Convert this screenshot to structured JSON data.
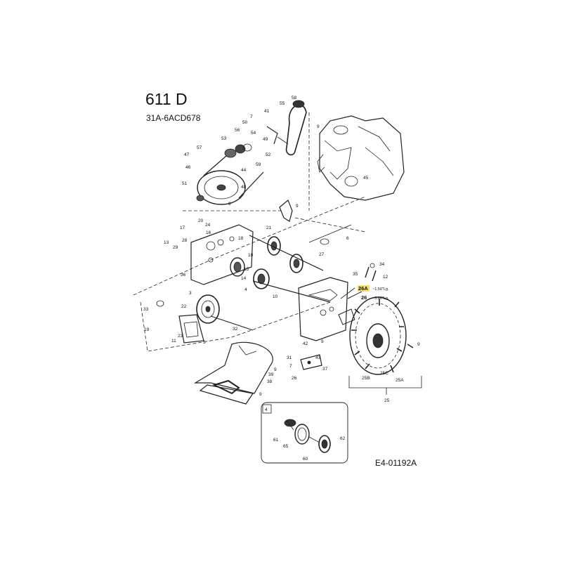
{
  "header": {
    "title": "611 D",
    "model": "31A-6ACD678",
    "figure_code": "E4-01192A"
  },
  "highlight": {
    "part": "26A",
    "part_spec": "~1.50\"Lg.",
    "alt_part": "26",
    "alt_spec": "~3.00\"Lg.",
    "color": "#f5e06a"
  },
  "callouts": [
    {
      "id": "c58",
      "label": "58"
    },
    {
      "id": "c55",
      "label": "55"
    },
    {
      "id": "c41",
      "label": "41"
    },
    {
      "id": "c7a",
      "label": "7"
    },
    {
      "id": "c50",
      "label": "50"
    },
    {
      "id": "c9a",
      "label": "9"
    },
    {
      "id": "c56",
      "label": "56"
    },
    {
      "id": "c53",
      "label": "53"
    },
    {
      "id": "c54",
      "label": "54"
    },
    {
      "id": "c57",
      "label": "57"
    },
    {
      "id": "c49",
      "label": "49"
    },
    {
      "id": "c59",
      "label": "59"
    },
    {
      "id": "c52",
      "label": "52"
    },
    {
      "id": "c47",
      "label": "47"
    },
    {
      "id": "c46",
      "label": "46"
    },
    {
      "id": "c44",
      "label": "44"
    },
    {
      "id": "c51",
      "label": "51"
    },
    {
      "id": "c48",
      "label": "48"
    },
    {
      "id": "c45",
      "label": "45"
    },
    {
      "id": "c9b",
      "label": "9"
    },
    {
      "id": "c9c",
      "label": "9"
    },
    {
      "id": "c20",
      "label": "20"
    },
    {
      "id": "c24",
      "label": "24"
    },
    {
      "id": "c17",
      "label": "17"
    },
    {
      "id": "c16",
      "label": "16"
    },
    {
      "id": "c13",
      "label": "13"
    },
    {
      "id": "c29",
      "label": "29"
    },
    {
      "id": "c28",
      "label": "28"
    },
    {
      "id": "c21",
      "label": "21"
    },
    {
      "id": "c18",
      "label": "18"
    },
    {
      "id": "c19a",
      "label": "19"
    },
    {
      "id": "c36",
      "label": "36"
    },
    {
      "id": "c6",
      "label": "6"
    },
    {
      "id": "c27",
      "label": "27"
    },
    {
      "id": "c15",
      "label": "15"
    },
    {
      "id": "c14",
      "label": "14"
    },
    {
      "id": "c4a",
      "label": "4"
    },
    {
      "id": "c10",
      "label": "10"
    },
    {
      "id": "c35",
      "label": "35"
    },
    {
      "id": "c34",
      "label": "34"
    },
    {
      "id": "c12",
      "label": "12"
    },
    {
      "id": "c33",
      "label": "33"
    },
    {
      "id": "c3",
      "label": "3"
    },
    {
      "id": "c22",
      "label": "22"
    },
    {
      "id": "c32",
      "label": "32"
    },
    {
      "id": "c19b",
      "label": "19"
    },
    {
      "id": "c11",
      "label": "11"
    },
    {
      "id": "c23",
      "label": "23"
    },
    {
      "id": "c5",
      "label": "5"
    },
    {
      "id": "c42",
      "label": "42"
    },
    {
      "id": "c9d",
      "label": "9"
    },
    {
      "id": "c43",
      "label": "43"
    },
    {
      "id": "c7b",
      "label": "7"
    },
    {
      "id": "c31",
      "label": "31"
    },
    {
      "id": "c37",
      "label": "37"
    },
    {
      "id": "c9e",
      "label": "9"
    },
    {
      "id": "c26b",
      "label": "26"
    },
    {
      "id": "c39",
      "label": "39"
    },
    {
      "id": "c38",
      "label": "38"
    },
    {
      "id": "c9f",
      "label": "9"
    },
    {
      "id": "c25B",
      "label": "25B"
    },
    {
      "id": "c25C",
      "label": "25C"
    },
    {
      "id": "c25A",
      "label": "25A"
    },
    {
      "id": "c25",
      "label": "25"
    },
    {
      "id": "c9g",
      "label": "9"
    },
    {
      "id": "c4box",
      "label": "4"
    },
    {
      "id": "c61",
      "label": "61"
    },
    {
      "id": "c65",
      "label": "65"
    },
    {
      "id": "c60",
      "label": "60"
    },
    {
      "id": "c62",
      "label": "62"
    }
  ]
}
